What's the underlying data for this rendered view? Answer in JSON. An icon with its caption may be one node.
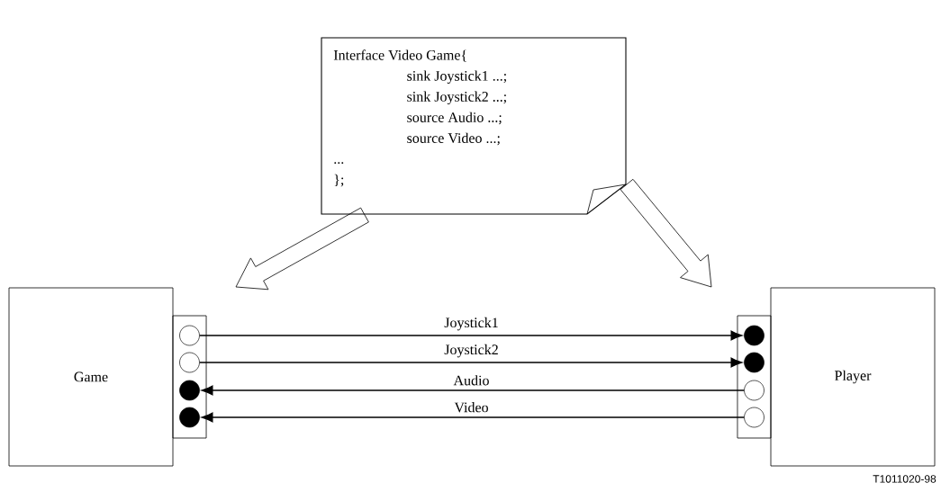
{
  "diagram": {
    "nodes": [
      {
        "text": [
          "Interface Video Game{",
          "sink Joystick1 ...;",
          "sink Joystick2 ...;",
          "source Audio ...;",
          "source Video ...;",
          "...",
          "};"
        ]
      },
      {
        "text": [
          "Game"
        ]
      },
      {
        "text": [],
        "shape": "box"
      },
      {
        "text": [],
        "shape": "circle",
        "in": 2
      },
      {
        "text": [],
        "shape": "circle",
        "in": 2
      },
      {
        "text": [],
        "shape": "circle",
        "in": 2
      },
      {
        "text": [],
        "shape": "circle",
        "in": 2
      },
      {
        "text": [
          "Player"
        ]
      },
      {
        "text": [],
        "shape": "box"
      },
      {
        "text": [],
        "shape": "circle",
        "in": 8
      },
      {
        "text": [],
        "shape": "circle",
        "in": 8
      },
      {
        "text": [],
        "shape": "circle",
        "in": 8
      },
      {
        "text": [],
        "shape": "circle",
        "in": 8
      }
    ],
    "edges": [
      {
        "from": 0,
        "to": 1,
        "arrow": "to",
        "style": "thick"
      },
      {
        "from": 0,
        "to": 7,
        "arrow": "to",
        "style": "thick"
      },
      {
        "from": 3,
        "to": 9,
        "arrow": "to",
        "label": "Joystick1"
      },
      {
        "from": 4,
        "to": 10,
        "arrow": "to",
        "label": "Joystick2"
      },
      {
        "from": 11,
        "to": 5,
        "arrow": "to",
        "label": "Audio"
      },
      {
        "from": 12,
        "to": 6,
        "arrow": "to",
        "label": "Video"
      }
    ],
    "labels": [
      "T1011020-98"
    ]
  }
}
